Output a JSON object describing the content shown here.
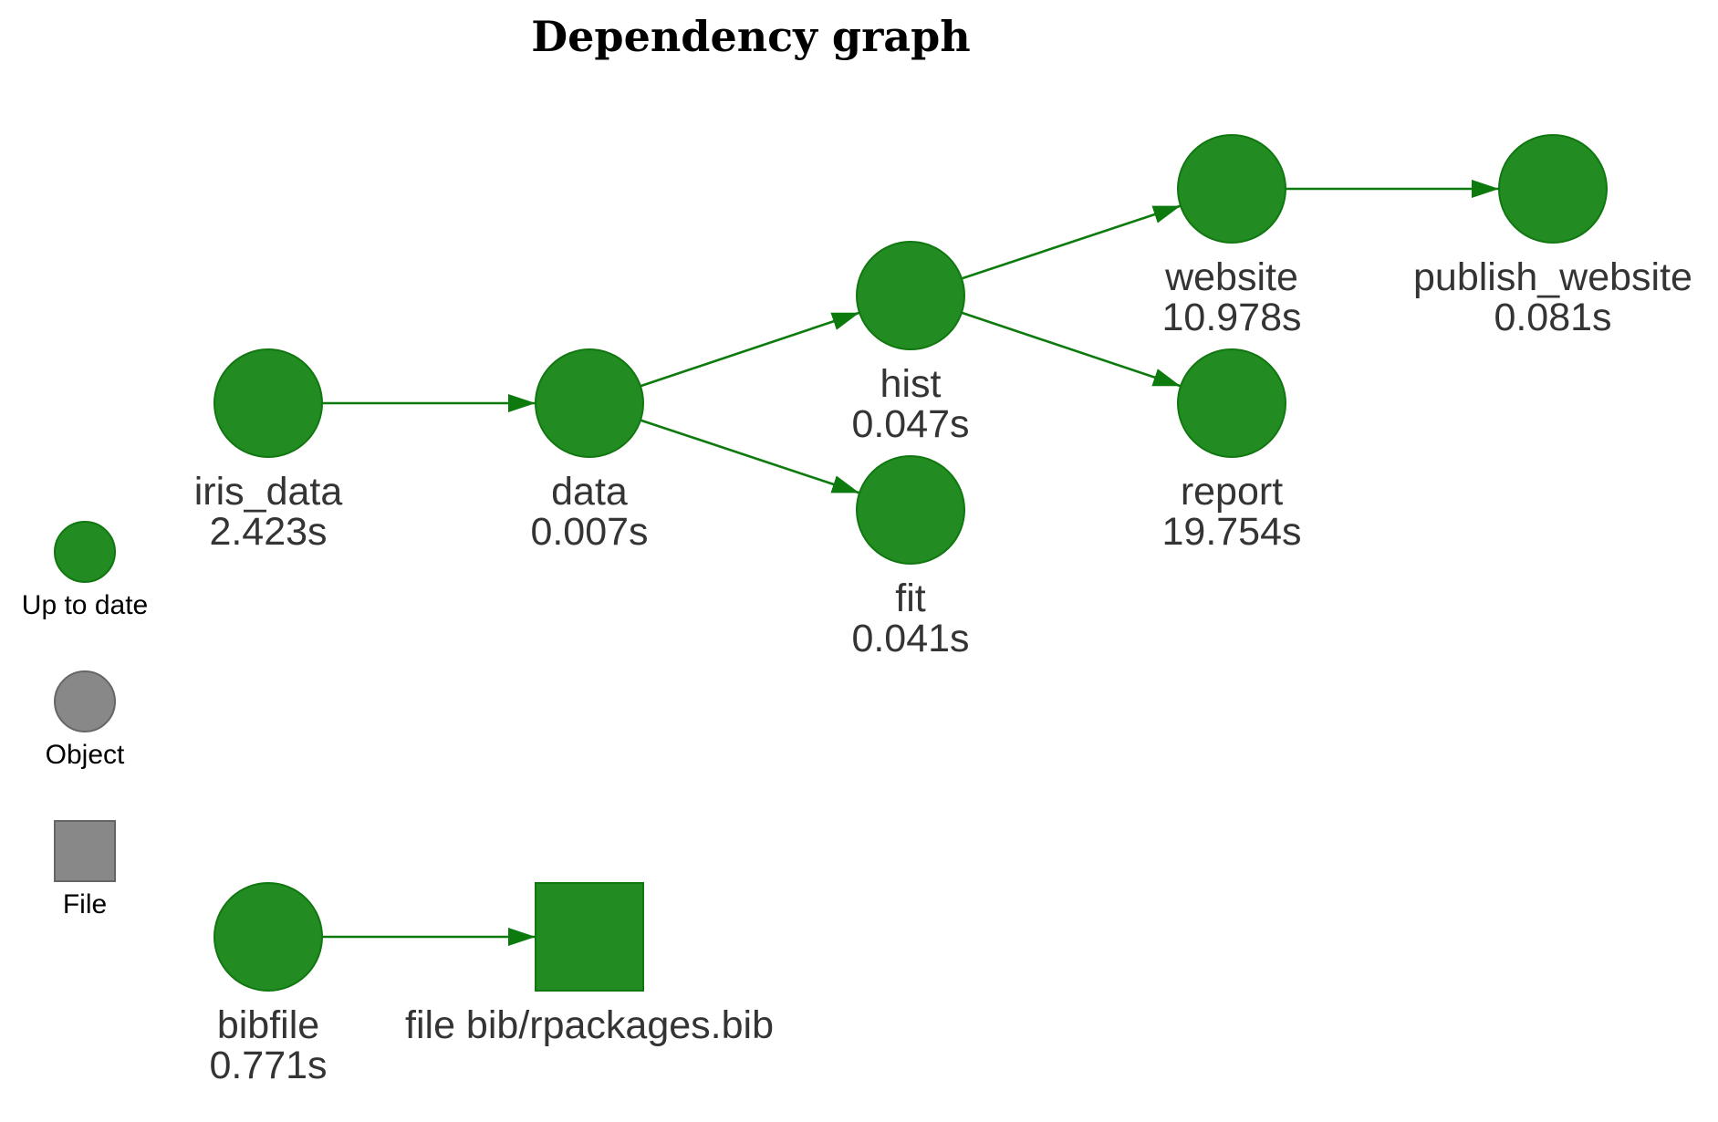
{
  "title": "Dependency graph",
  "colors": {
    "up_to_date": "#228b22",
    "up_to_date_border": "#117711",
    "object": "#888888",
    "object_border": "#666666",
    "edge": "#0d7a0d",
    "label": "#343434"
  },
  "legend": [
    {
      "id": "up_to_date",
      "label": "Up to date",
      "shape": "circle",
      "color": "#228b22"
    },
    {
      "id": "object",
      "label": "Object",
      "shape": "circle",
      "color": "#888888"
    },
    {
      "id": "file",
      "label": "File",
      "shape": "square",
      "color": "#888888"
    }
  ],
  "nodes": [
    {
      "id": "iris_data",
      "label": "iris_data",
      "time": "2.423s",
      "shape": "circle",
      "status": "up_to_date"
    },
    {
      "id": "data",
      "label": "data",
      "time": "0.007s",
      "shape": "circle",
      "status": "up_to_date"
    },
    {
      "id": "hist",
      "label": "hist",
      "time": "0.047s",
      "shape": "circle",
      "status": "up_to_date"
    },
    {
      "id": "fit",
      "label": "fit",
      "time": "0.041s",
      "shape": "circle",
      "status": "up_to_date"
    },
    {
      "id": "website",
      "label": "website",
      "time": "10.978s",
      "shape": "circle",
      "status": "up_to_date"
    },
    {
      "id": "report",
      "label": "report",
      "time": "19.754s",
      "shape": "circle",
      "status": "up_to_date"
    },
    {
      "id": "publish_website",
      "label": "publish_website",
      "time": "0.081s",
      "shape": "circle",
      "status": "up_to_date"
    },
    {
      "id": "bibfile",
      "label": "bibfile",
      "time": "0.771s",
      "shape": "circle",
      "status": "up_to_date"
    },
    {
      "id": "rpackages_bib",
      "label": "file bib/rpackages.bib",
      "time": "",
      "shape": "square",
      "status": "up_to_date"
    }
  ],
  "edges": [
    {
      "from": "iris_data",
      "to": "data"
    },
    {
      "from": "data",
      "to": "hist"
    },
    {
      "from": "data",
      "to": "fit"
    },
    {
      "from": "hist",
      "to": "website"
    },
    {
      "from": "hist",
      "to": "report"
    },
    {
      "from": "website",
      "to": "publish_website"
    },
    {
      "from": "bibfile",
      "to": "rpackages_bib"
    }
  ]
}
